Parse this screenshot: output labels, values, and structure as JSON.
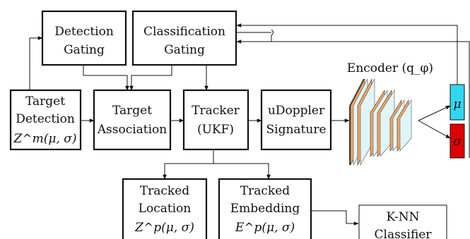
{
  "diagram": {
    "detection_gating": {
      "line1": "Detection",
      "line2": "Gating"
    },
    "classification_gating": {
      "line1": "Classification",
      "line2": "Gating"
    },
    "target_detection": {
      "line1": "Target",
      "line2": "Detection",
      "line3": "Z^m(μ, σ)"
    },
    "target_association": {
      "line1": "Target",
      "line2": "Association"
    },
    "tracker": {
      "line1": "Tracker",
      "line2": "(UKF)"
    },
    "udoppler": {
      "line1": "uDoppler",
      "line2": "Signature"
    },
    "encoder": {
      "label": "Encoder (q_φ)"
    },
    "mu_symbol": "μ",
    "sigma_symbol": "σ",
    "tracked_location": {
      "line1": "Tracked",
      "line2": "Location",
      "line3": "Z^p(μ, σ)"
    },
    "tracked_embedding": {
      "line1": "Tracked",
      "line2": "Embedding",
      "line3": "E^p(μ, σ)"
    },
    "knn": {
      "line1": "K-NN",
      "line2": "Classifier"
    },
    "colors": {
      "mu_box": "#33d6f0",
      "sigma_box": "#e00000",
      "layer_face": "#dff6f8",
      "layer_side": "#f4a460"
    }
  }
}
